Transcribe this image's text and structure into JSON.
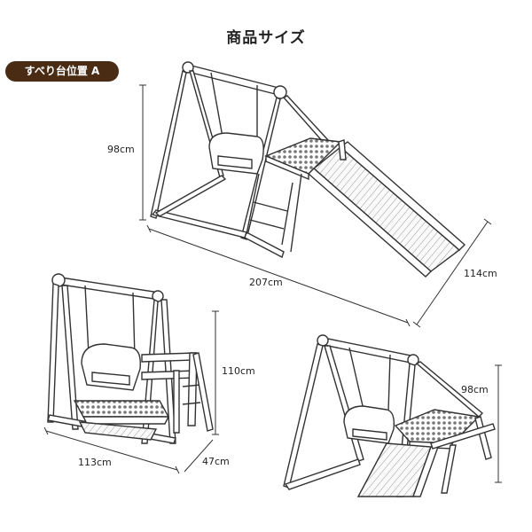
{
  "title": "商品サイズ",
  "badge_label": "すべり台位置 A",
  "dimensions": {
    "top_height": "98cm",
    "top_length": "207cm",
    "top_depth": "114cm",
    "left_height": "110cm",
    "left_width": "113cm",
    "left_depth": "47cm",
    "right_height": "98cm"
  },
  "colors": {
    "line": "#333333",
    "badge_bg": "#4a2b14",
    "badge_text": "#ffffff"
  }
}
